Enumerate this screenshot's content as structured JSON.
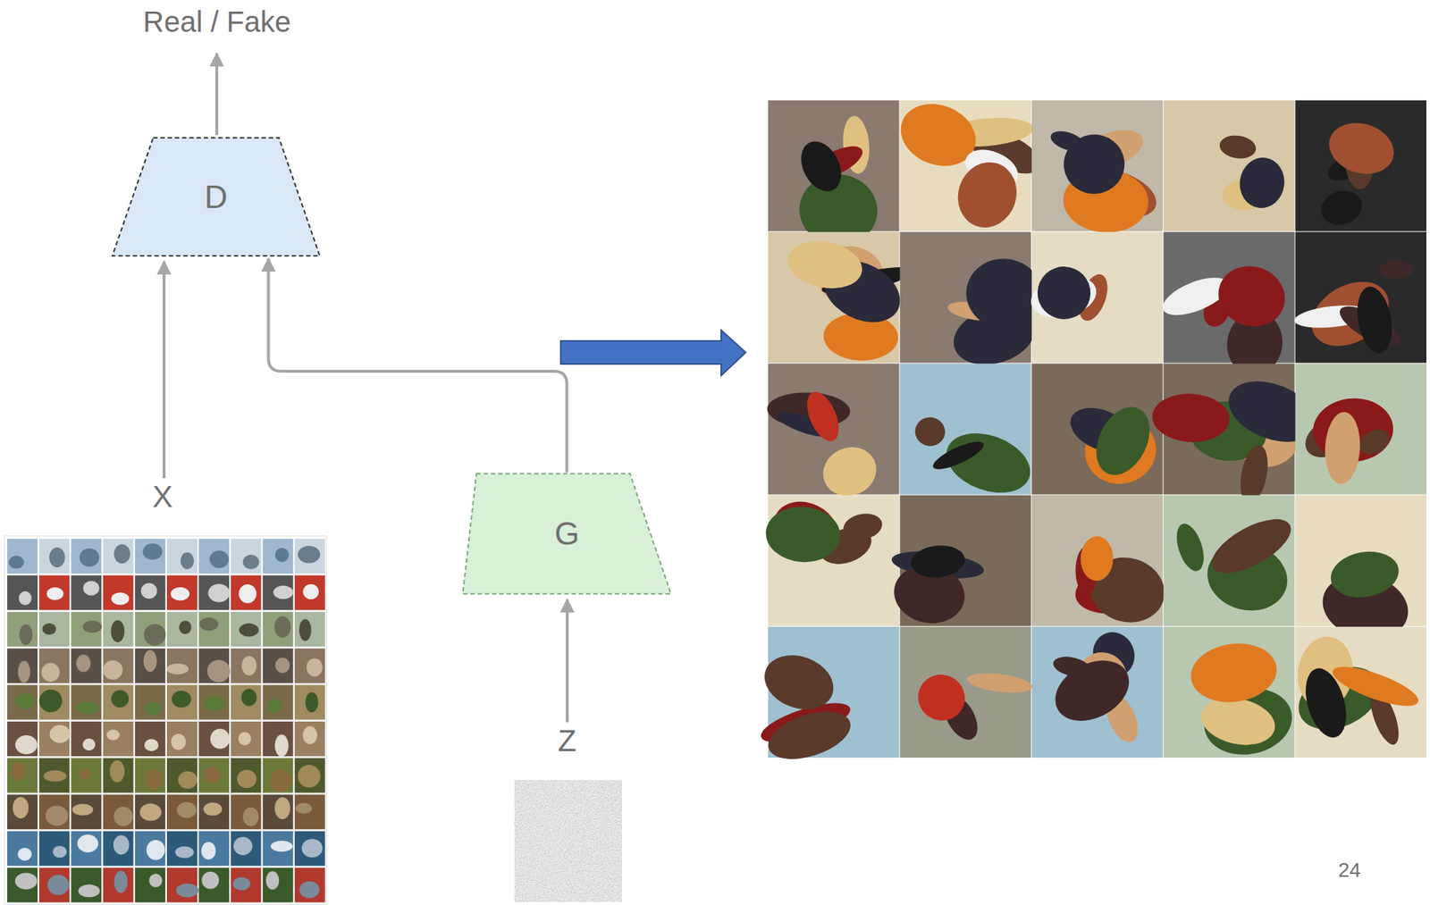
{
  "diagram": {
    "nodes": [
      {
        "text": [
          "D"
        ]
      },
      {
        "text": [
          "G"
        ]
      }
    ],
    "edges": [
      {
        "from": 1,
        "to": 0,
        "arrow": "to"
      }
    ],
    "labels": [
      "Real / Fake",
      "X",
      "Z",
      "24"
    ]
  }
}
